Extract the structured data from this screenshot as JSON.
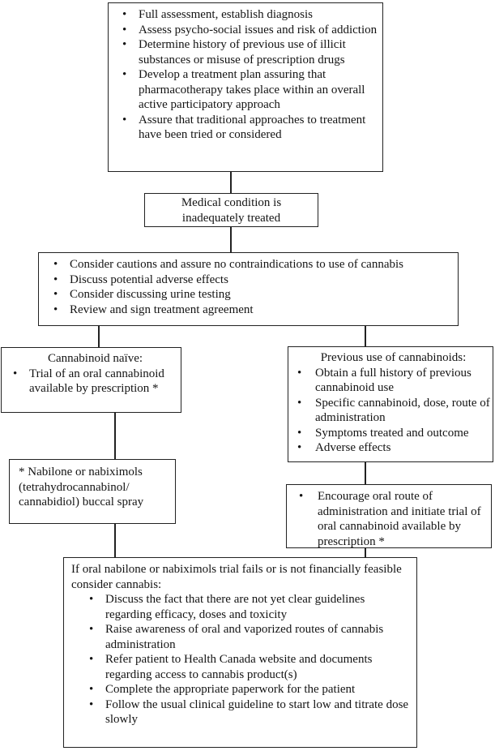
{
  "colors": {
    "background": "#ffffff",
    "border": "#222222",
    "text": "#141414"
  },
  "glyphs": {
    "bullet": "•"
  },
  "flowchart": {
    "assessment_box": {
      "bullets": [
        "Full assessment, establish diagnosis",
        "Assess psycho-social issues and risk of addiction",
        "Determine history of previous use of illicit substances or misuse of prescription drugs",
        "Develop a treatment plan assuring that pharmacotherapy takes place within an overall active participatory approach",
        "Assure that traditional approaches to treatment have been tried or considered"
      ]
    },
    "condition_box": {
      "lines": [
        "Medical condition is",
        "inadequately treated"
      ]
    },
    "cautions_box": {
      "bullets": [
        "Consider cautions and assure no contraindications to use of cannabis",
        "Discuss potential adverse effects",
        "Consider discussing urine testing",
        "Review and sign treatment agreement"
      ]
    },
    "naive_box": {
      "heading": "Cannabinoid naïve:",
      "bullets": [
        "Trial of an oral cannabinoid available by prescription *"
      ]
    },
    "previous_box": {
      "heading": "Previous use of cannabinoids:",
      "bullets": [
        "Obtain a full history of previous cannabinoid use",
        "Specific cannabinoid, dose, route of administration",
        "Symptoms treated and outcome",
        "Adverse effects"
      ]
    },
    "nabilone_box": {
      "lines": [
        "* Nabilone or nabiximols",
        "(tetrahydrocannabinol/",
        "cannabidiol) buccal spray"
      ]
    },
    "encourage_box": {
      "bullets": [
        "Encourage oral route of administration and initiate trial of oral cannabinoid available by prescription *"
      ]
    },
    "cannabis_box": {
      "intro": "If oral nabilone or nabiximols trial fails or is not financially feasible consider cannabis:",
      "bullets": [
        "Discuss the fact that there are not yet clear guidelines regarding efficacy, doses and toxicity",
        "Raise awareness of oral and vaporized routes of cannabis administration",
        "Refer patient to Health Canada website and documents regarding access to cannabis product(s)",
        "Complete the appropriate paperwork for the patient",
        "Follow the usual clinical guideline to start low and titrate dose slowly"
      ]
    }
  }
}
